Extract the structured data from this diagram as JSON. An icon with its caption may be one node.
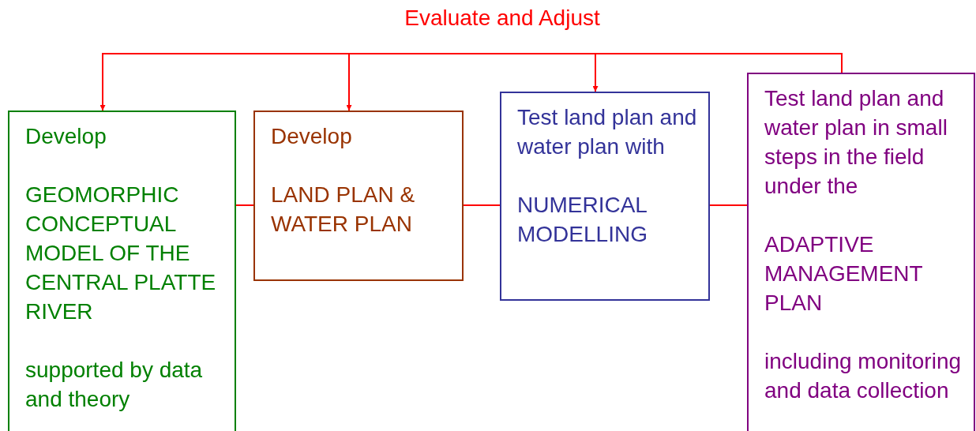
{
  "diagram": {
    "title": "Evaluate and Adjust",
    "nodes": [
      {
        "text": [
          "Develop",
          "GEOMORPHIC CONCEPTUAL MODEL OF THE CENTRAL PLATTE RIVER",
          "supported by data and theory"
        ]
      },
      {
        "text": [
          "Develop",
          "LAND PLAN & WATER PLAN"
        ]
      },
      {
        "text": [
          "Test land plan and water plan with",
          "NUMERICAL MODELLING"
        ]
      },
      {
        "text": [
          "Test land plan and water plan in small steps in the field under the",
          "ADAPTIVE MANAGEMENT PLAN",
          "including monitoring and data collection"
        ]
      }
    ],
    "edges": [
      {
        "from": 3,
        "to": 0,
        "arrow": "to",
        "color": "#ff0000"
      },
      {
        "from": 3,
        "to": 1,
        "arrow": "to",
        "color": "#ff0000"
      },
      {
        "from": 3,
        "to": 2,
        "arrow": "to",
        "color": "#ff0000"
      },
      {
        "from": 0,
        "to": 1,
        "arrow": "none",
        "color": "#ff0000"
      },
      {
        "from": 1,
        "to": 2,
        "arrow": "none",
        "color": "#ff0000"
      },
      {
        "from": 2,
        "to": 3,
        "arrow": "none",
        "color": "#ff0000"
      }
    ]
  }
}
